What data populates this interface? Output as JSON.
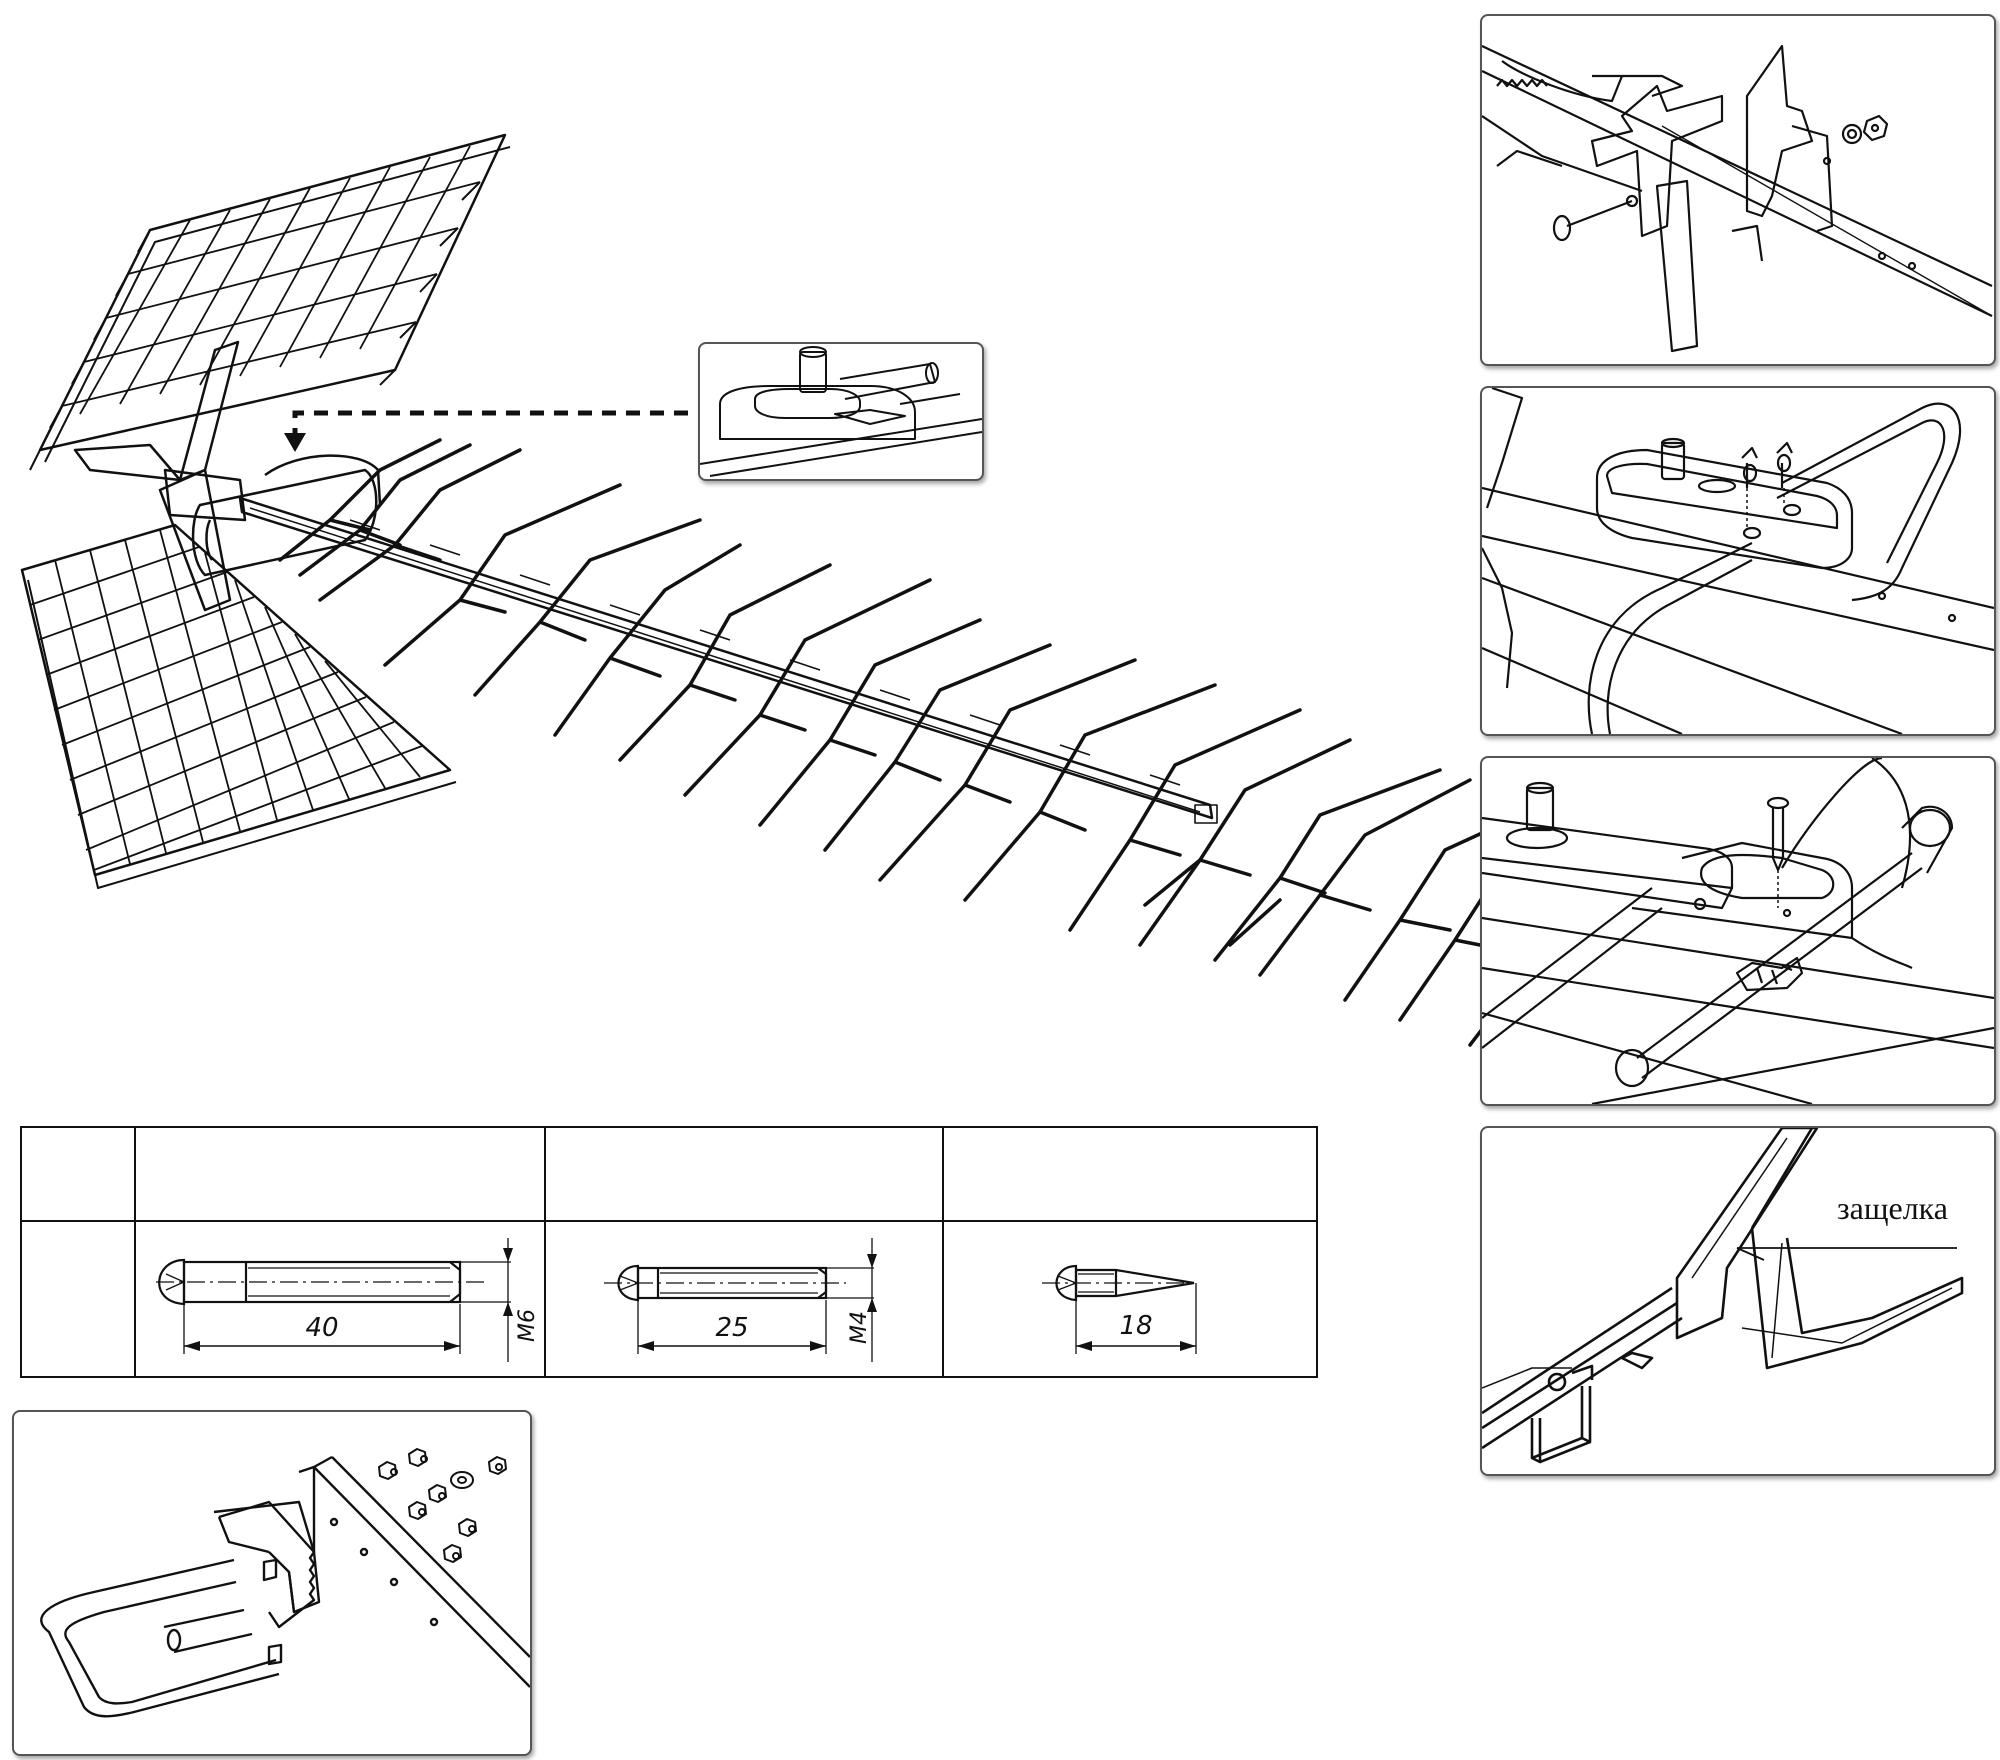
{
  "callout": {
    "latch_label": "защелка"
  },
  "parts_table": {
    "header": [
      "",
      "",
      "",
      ""
    ],
    "parts": [
      {
        "name": "bolt-m6",
        "length": "40",
        "thread": "M6"
      },
      {
        "name": "bolt-m4",
        "length": "25",
        "thread": "M4"
      },
      {
        "name": "self-tapping-screw",
        "length": "18",
        "thread": ""
      }
    ]
  },
  "colors": {
    "line": "#111111",
    "panel_border": "#555555",
    "background": "#ffffff"
  }
}
